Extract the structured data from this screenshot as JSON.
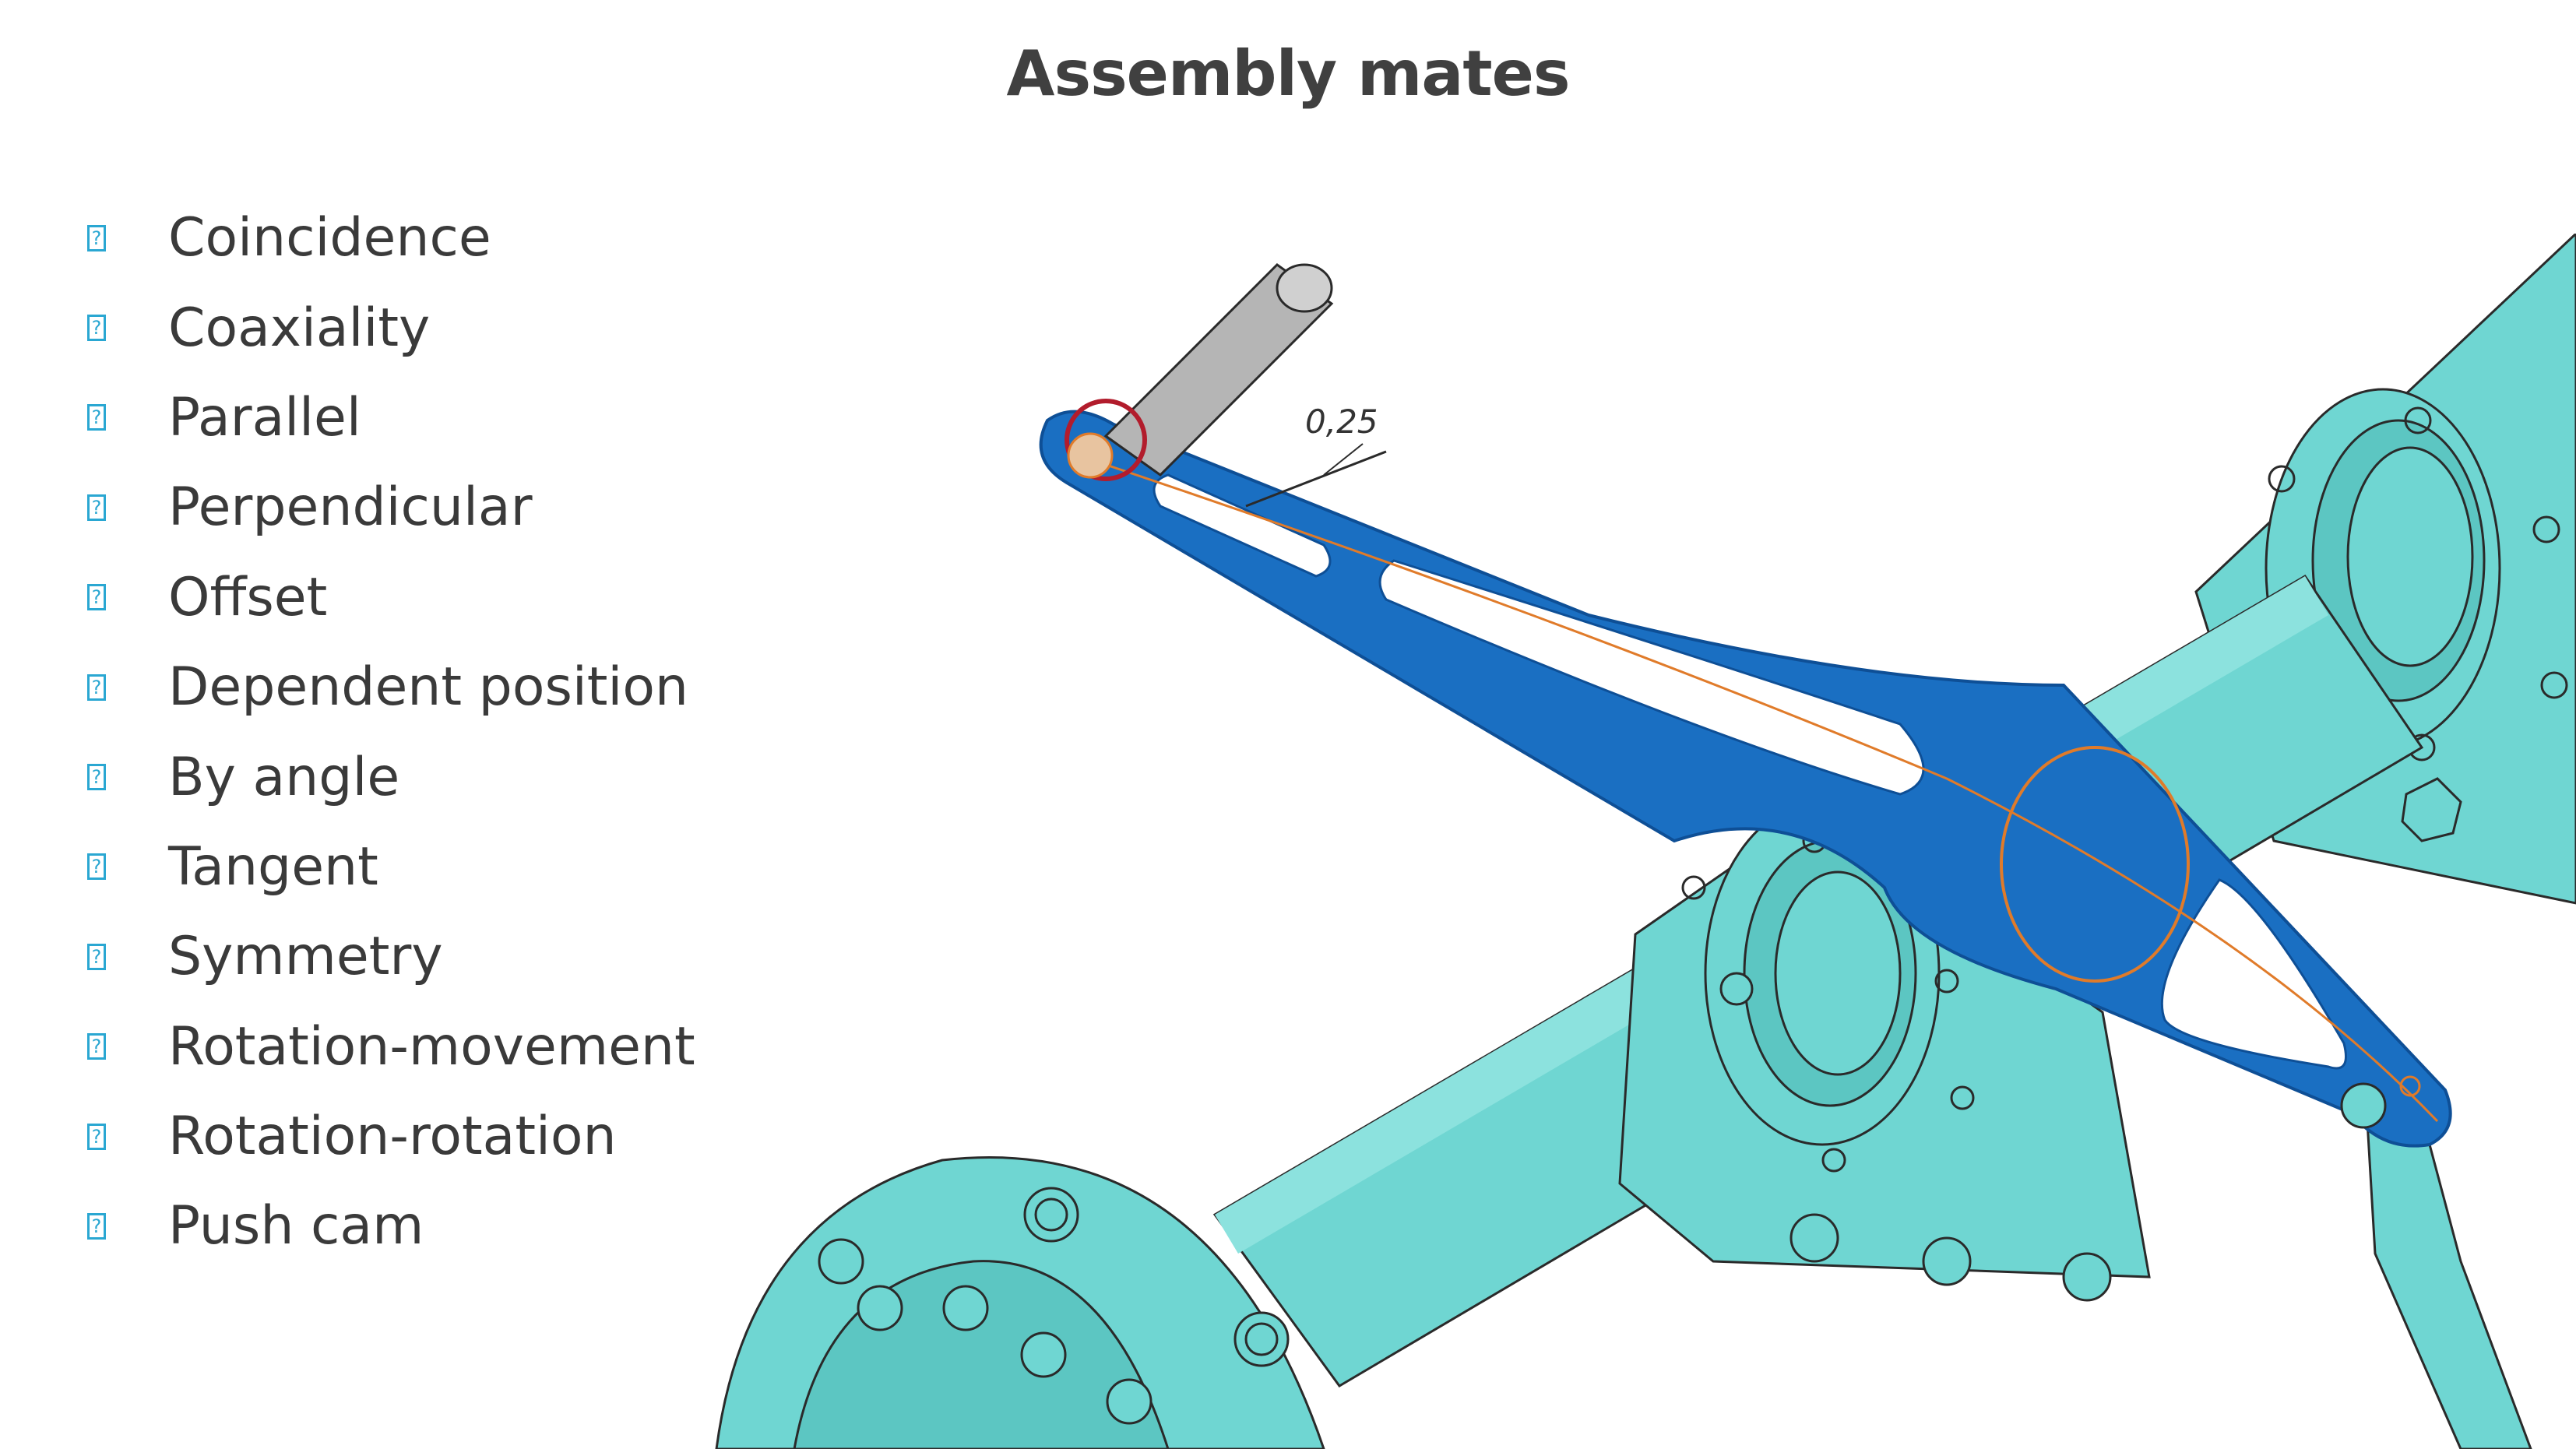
{
  "slide": {
    "title": "Assembly mates"
  },
  "features": [
    {
      "label": "Coincidence"
    },
    {
      "label": "Coaxiality"
    },
    {
      "label": "Parallel"
    },
    {
      "label": "Perpendicular"
    },
    {
      "label": "Offset"
    },
    {
      "label": "Dependent position"
    },
    {
      "label": "By angle"
    },
    {
      "label": "Tangent"
    },
    {
      "label": "Symmetry"
    },
    {
      "label": "Rotation-movement"
    },
    {
      "label": "Rotation-rotation"
    },
    {
      "label": "Push cam"
    }
  ],
  "bullet_glyph": "?",
  "drawing": {
    "dimension_label": "0,25",
    "colors": {
      "shaft": "#6fd6d2",
      "shaft_shade": "#4fb8b4",
      "lever": "#1a6fc2",
      "lever_dark": "#0e4f96",
      "outline": "#e07b2a",
      "mate_circle": "#b21c2c",
      "pin": "#9a9a9a",
      "edge": "#2a2a2a"
    }
  }
}
